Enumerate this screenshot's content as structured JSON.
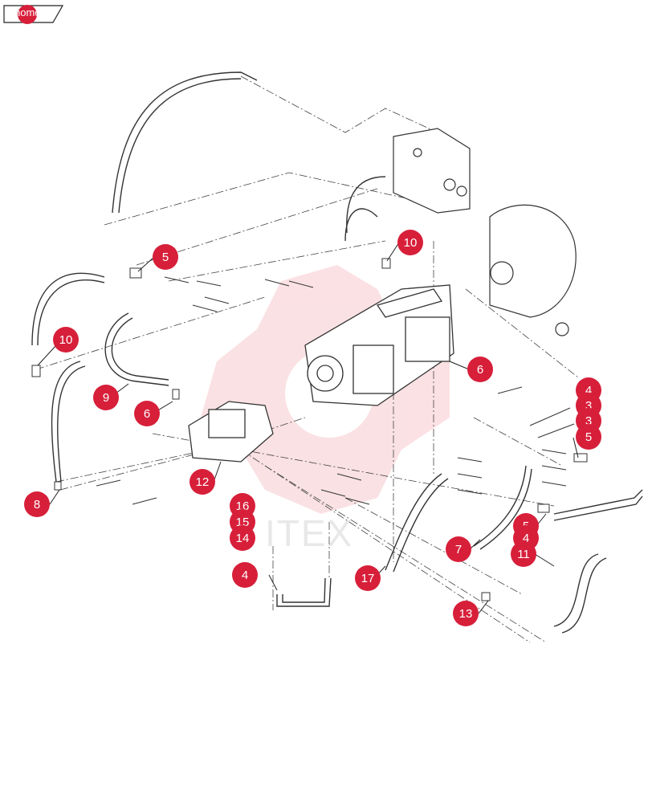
{
  "nav": {
    "home_label": "home"
  },
  "watermark": {
    "text": "ITEX"
  },
  "colors": {
    "callout": "#d71f3a",
    "line": "#333333",
    "watermark": "#f7c9cd",
    "background": "#ffffff"
  },
  "callouts": [
    "5",
    "10",
    "10",
    "9",
    "6",
    "6",
    "8",
    "12",
    "16",
    "15",
    "14",
    "4",
    "17",
    "7",
    "13",
    "5",
    "4",
    "11",
    "4",
    "3",
    "3",
    "5"
  ]
}
